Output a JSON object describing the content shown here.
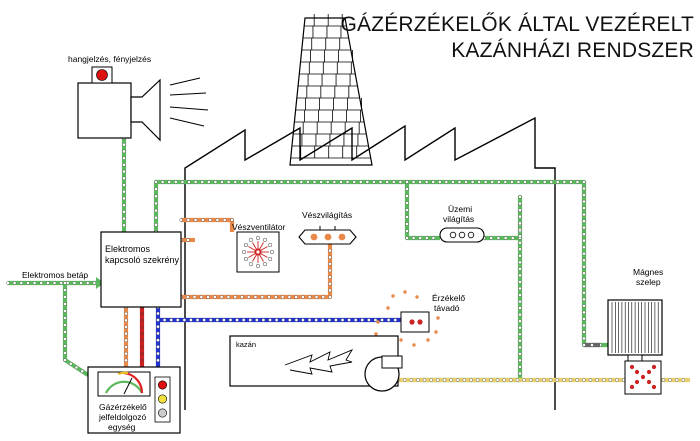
{
  "title": {
    "line1": "GÁZÉRZÉKELŐK ÁLTAL VEZÉRELT",
    "line2": "KAZÁNHÁZI RENDSZER"
  },
  "labels": {
    "alarm": "hangjelzés, fényjelzés",
    "switch_box_1": "Elektromos",
    "switch_box_2": "kapcsoló szekrény",
    "power_in": "Elektromos betáp",
    "fan": "Vészventilátor",
    "emergency_light": "Vészvilágítás",
    "operating_light_1": "Üzemi",
    "operating_light_2": "világítás",
    "sensor_1": "Érzékelő",
    "sensor_2": "távadó",
    "valve_1": "Mágnes",
    "valve_2": "szelep",
    "boiler": "kazán",
    "processor_1": "Gázérzékelő",
    "processor_2": "jelfeldolgozó",
    "processor_3": "egység"
  },
  "colors": {
    "green_line": "#5cb85c",
    "orange_line": "#e8894a",
    "red_line": "#cc2222",
    "blue_line": "#2233cc",
    "yellow_line": "#e8d070",
    "gray_line": "#666666"
  }
}
